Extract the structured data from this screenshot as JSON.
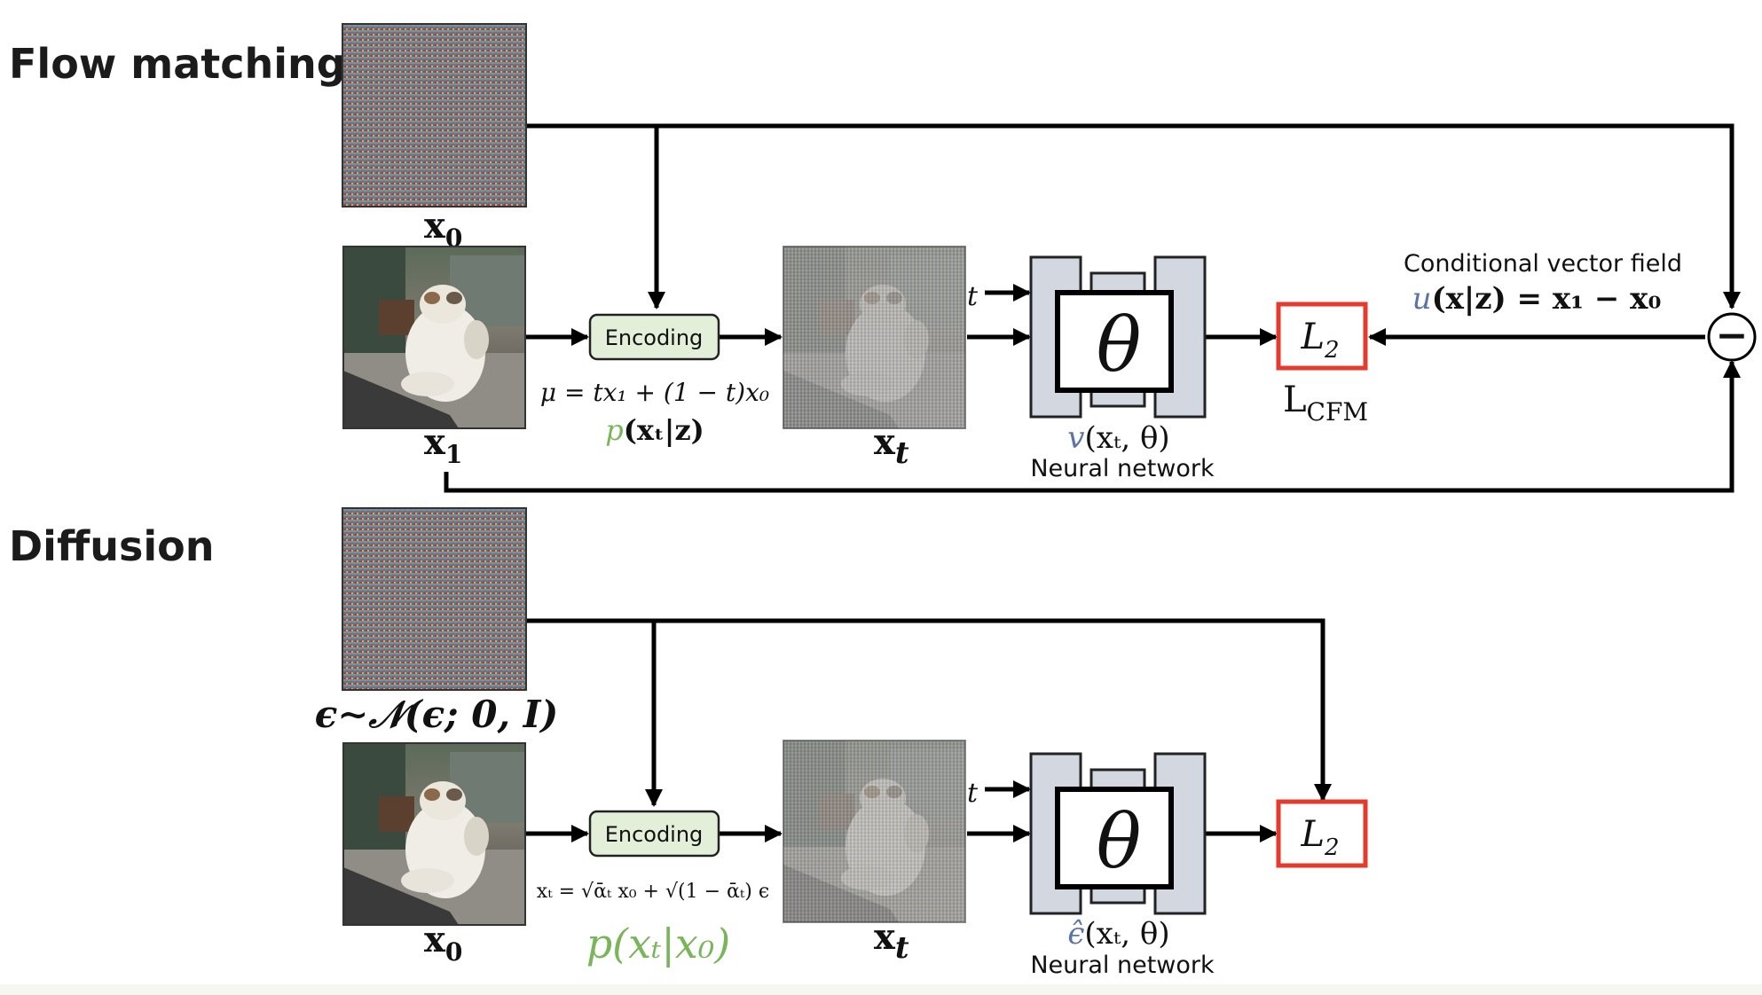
{
  "flow": {
    "title": "Flow matching",
    "x0_label": "x",
    "x0_sub": "0",
    "x1_label": "x",
    "x1_sub": "1",
    "encoding_label": "Encoding",
    "mu_formula": "μ = tx₁ + (1 − t)x₀",
    "p_func": "p",
    "p_args": "(xₜ|z)",
    "xt_label": "x",
    "xt_sub": "t",
    "t_input": "t",
    "theta": "θ",
    "v_func": "v",
    "v_args": "(xₜ, θ)",
    "network_label": "Neural network",
    "loss_label": "L",
    "loss_sub": "2",
    "lcfm_label": "L",
    "lcfm_sub": "CFM",
    "cvf_label": "Conditional vector field",
    "u_func": "u",
    "u_args": "(x|z) = x₁ − x₀",
    "minus": "−"
  },
  "diffusion": {
    "title": "Diffusion",
    "eps_label": "ϵ∼𝒩(ϵ; 0, I)",
    "x0_label": "x",
    "x0_sub": "0",
    "encoding_label": "Encoding",
    "xt_formula": "xₜ = √ᾱₜ x₀ + √(1 − ᾱₜ) ϵ",
    "p_label": "p(xₜ|x₀)",
    "xt_label": "x",
    "xt_sub": "t",
    "t_input": "t",
    "theta": "θ",
    "eps_func": "ϵ̂",
    "eps_args": "(xₜ, θ)",
    "network_label": "Neural network",
    "loss_label": "L",
    "loss_sub": "2"
  },
  "colors": {
    "encoding_fill": "#e3efd9",
    "unet_fill": "#d3d8e0",
    "loss_border": "#e53a2e",
    "green_text": "#7ab55c",
    "blue_text": "#5a74a8"
  }
}
